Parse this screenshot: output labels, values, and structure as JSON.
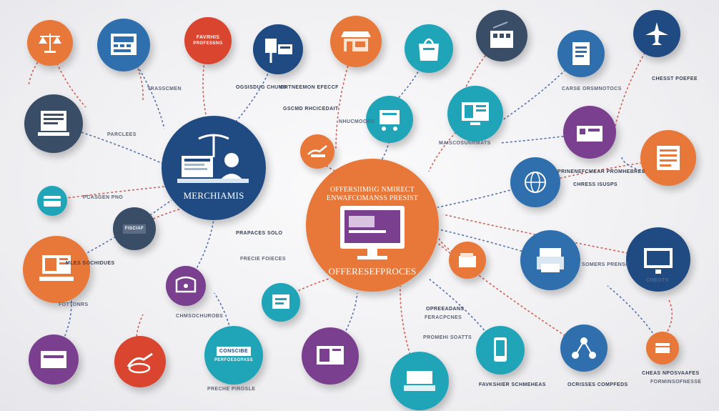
{
  "hubs": {
    "merchants": {
      "label": "MERCHIAMIS",
      "color": "#1f4a82",
      "icon": "merchant-desk-icon"
    },
    "offers": {
      "title_line1": "OFFERSIIMHG NMIRECT",
      "title_line2": "ENWAFCOMANSS PRESIST",
      "label": "OFFERESEFPROCES",
      "color": "#e8783a",
      "icon": "monitor-icon"
    }
  },
  "node_labels": {
    "top_left_a": "FAVRHIS",
    "top_left_b": "PROFESSNG",
    "right_list_top": "CHESST POEFEE",
    "right_list_bottom": "CHEAS NPOSVAAFES",
    "center_box_bottom": "CONSCIBE",
    "center_box_bottom_sub": "PERFOESOPASS",
    "left_box": "FISCIAF"
  },
  "scattered_labels": [
    "OGSISDUG CHUMS",
    "ORTNEEMON EFECCF",
    "GSCMD RHCICEDAIT",
    "TRASSCMEN",
    "MLES SOCHIDUES",
    "PARCLEES",
    "CHMSOCHUROBS",
    "PRAPACES SOLO",
    "PCASGEN PNO",
    "FOTTONRS",
    "PRINENEFCMEAR PROMHEBRES",
    "OPREEADANS",
    "FERACPCNES",
    "CHRESS ISUSPS",
    "MAISCOSUNRMATS",
    "FAVKSHIER SCHMEHEAS",
    "OCRISSES COMPFEDS",
    "PRECHE PIROSLE",
    "FRECIE FOIECES",
    "SOMERS PRENSE",
    "NHUCMOOBS",
    "CARSE ORSMNOTOCS",
    "PROMEHI SOATTS",
    "CHEOTS",
    "FORMINSOFNESSE"
  ],
  "colors": {
    "orange": "#e8783a",
    "navy": "#1f4a82",
    "blue": "#2f6fae",
    "teal": "#1fa4b8",
    "purple": "#7a3f8f",
    "red": "#d9452f",
    "slate": "#3a4d66",
    "link_red": "#c9453a",
    "link_blue": "#3a5aa0"
  }
}
